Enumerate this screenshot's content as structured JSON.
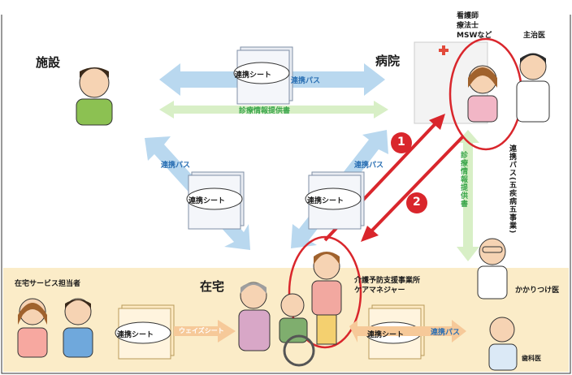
{
  "labels": {
    "facility": "施設",
    "hospital": "病院",
    "home": "在宅",
    "nurse_staff": "看護師\n療法士\nMSWなど",
    "attending_doctor": "主治医",
    "home_service": "在宅サービス担当者",
    "care_office": "介護予防支援事業所\nケアマネジャー",
    "family_doctor": "かかりつけ医",
    "dentist": "歯科医",
    "renkei_sheet": "連携シート",
    "renkei_pass": "連携パス",
    "info_provision": "診療情報提供書",
    "vertical_pass": "連携パス(五疾病五事業)",
    "vertical_info": "診療情報提供書",
    "home_sheet": "ウェイズシート",
    "num1": "1",
    "num2": "2"
  },
  "colors": {
    "blue_arrow": "#b9d8ef",
    "green_arrow": "#d8efc6",
    "red": "#d9262c",
    "home_band": "#fbecc8",
    "orange_arrow": "#f6c999"
  }
}
